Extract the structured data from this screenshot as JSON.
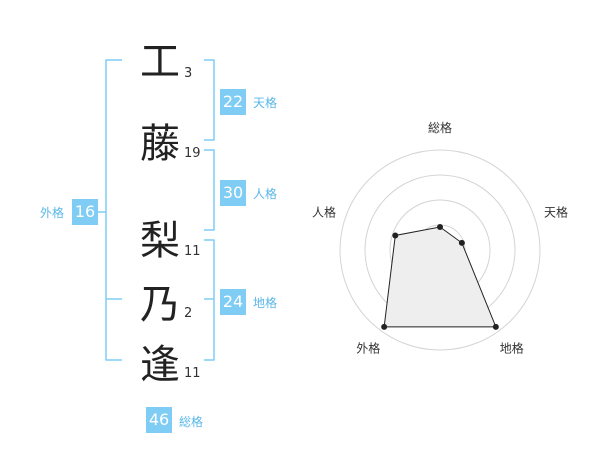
{
  "colors": {
    "accent": "#7fcdf5",
    "label": "#59b7e8",
    "bracket": "#7fcdf5"
  },
  "name": {
    "chars": [
      {
        "char": "工",
        "strokes": "3"
      },
      {
        "char": "藤",
        "strokes": "19"
      },
      {
        "char": "梨",
        "strokes": "11"
      },
      {
        "char": "乃",
        "strokes": "2"
      },
      {
        "char": "逢",
        "strokes": "11"
      }
    ]
  },
  "fortunes": {
    "tenkaku": {
      "value": "22",
      "label": "天格"
    },
    "jinkaku": {
      "value": "30",
      "label": "人格"
    },
    "chikaku": {
      "value": "24",
      "label": "地格"
    },
    "gaikaku": {
      "value": "16",
      "label": "外格"
    },
    "soukaku": {
      "value": "46",
      "label": "総格"
    }
  },
  "chart_data": {
    "type": "radar",
    "axes": [
      "総格",
      "天格",
      "地格",
      "外格",
      "人格"
    ],
    "values": [
      0.23,
      0.23,
      0.95,
      0.95,
      0.47
    ],
    "rings": 4,
    "grid": true
  }
}
